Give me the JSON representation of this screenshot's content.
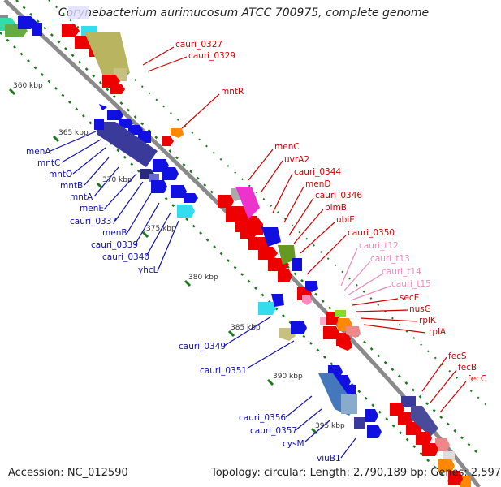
{
  "title": "Corynebacterium aurimucosum ATCC 700975, complete genome",
  "footer": {
    "accession": "Accession: NC_012590",
    "summary": "Topology: circular; Length: 2,790,189 bp; Genes: 2,597"
  },
  "colors": {
    "backbone": "#8a8a8a",
    "tick": "#1a7a1a",
    "red_label": "#d40000",
    "blue_label": "#1010b0",
    "pink_label": "#ee88bb"
  },
  "ticks": [
    "360 kbp",
    "365 kbp",
    "370 kbp",
    "375 kbp",
    "380 kbp",
    "385 kbp",
    "390 kbp",
    "395 kbp"
  ],
  "labels_red": [
    "cauri_0327",
    "cauri_0329",
    "mntR",
    "menC",
    "uvrA2",
    "cauri_0344",
    "menD",
    "cauri_0346",
    "pimB",
    "ubiE",
    "cauri_0350",
    "secE",
    "nusG",
    "rplK",
    "rplA",
    "fecS",
    "fecB",
    "fecC"
  ],
  "labels_pink": [
    "cauri_t12",
    "cauri_t13",
    "cauri_t14",
    "cauri_t15"
  ],
  "labels_blue": [
    "menA",
    "mntC",
    "mntO",
    "mntB",
    "mntA",
    "menE",
    "cauri_0337",
    "menB",
    "cauri_0339",
    "cauri_0340",
    "yhcL",
    "cauri_0349",
    "cauri_0351",
    "cauri_0356",
    "cauri_0357",
    "cysM",
    "viuB1"
  ]
}
